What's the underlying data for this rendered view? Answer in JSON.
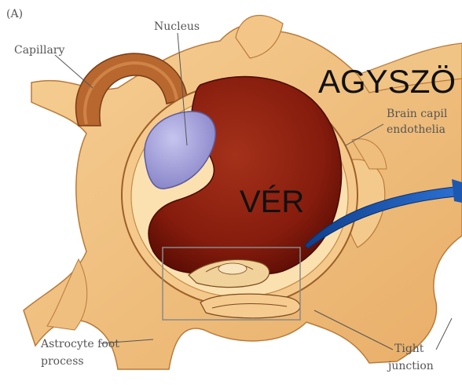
{
  "panel_label": "(A)",
  "labels": {
    "capillary": "Capillary",
    "nucleus": "Nucleus",
    "brain_capillary_line1": "Brain capil",
    "brain_capillary_line2": "endothelia",
    "astrocyte_line1": "Astrocyte foot",
    "astrocyte_line2": "process",
    "tight_line1": "Tight",
    "tight_line2": "junction"
  },
  "overlay": {
    "agyszov": "AGYSZÖ",
    "ver": "VÉR"
  },
  "colors": {
    "tissue": "#f2c07c",
    "tissue_dark": "#d9923f",
    "blood": "#8b1a0c",
    "nucleus": "#9c9ad6",
    "arrow": "#1c58b0",
    "background": "#ffffff"
  }
}
